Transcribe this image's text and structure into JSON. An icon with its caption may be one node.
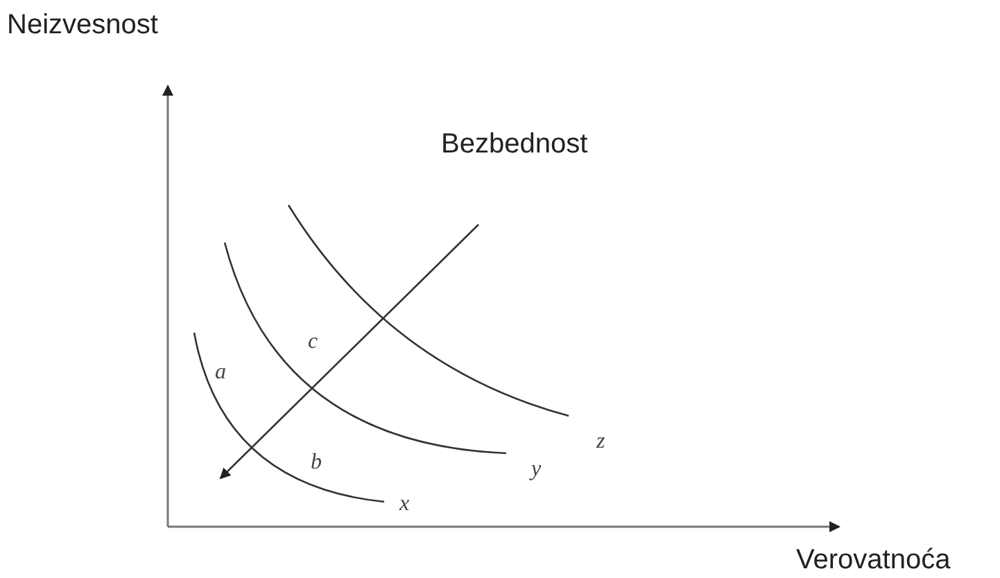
{
  "diagram": {
    "labels": [
      "Neizvesnost",
      "Bezbednost",
      "c",
      "a",
      "z",
      "y",
      "b",
      "x",
      "Verovatnoća"
    ]
  }
}
